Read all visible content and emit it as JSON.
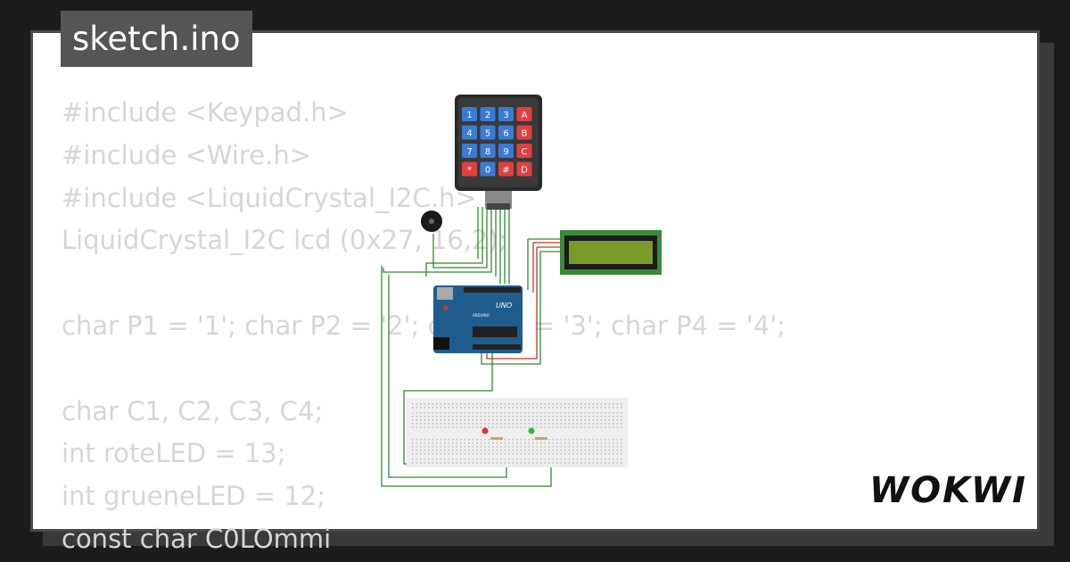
{
  "title": "sketch.ino",
  "code_lines": [
    "#include <Keypad.h>",
    "#include <Wire.h>",
    "#include <LiquidCrystal_I2C.h>",
    "LiquidCrystal_I2C lcd (0x27, 16,2);",
    "",
    "char P1 = '1'; char P2 = '2'; char P3 = '3'; char P4 = '4';",
    "",
    "char C1, C2, C3, C4;",
    "int roteLED = 13;",
    "int grueneLED = 12;",
    "const char C0LOmmi"
  ],
  "keypad_keys": [
    "1",
    "2",
    "3",
    "A",
    "4",
    "5",
    "6",
    "B",
    "7",
    "8",
    "9",
    "C",
    "*",
    "0",
    "#",
    "D"
  ],
  "arduino_label": "UNO",
  "arduino_brand": "ARDUINO",
  "logo": "WOKWI",
  "colors": {
    "keypad_blue": "#3a7bd5",
    "keypad_red": "#e04040",
    "wire_green": "#2e8b2e",
    "wire_red": "#c0392b",
    "lcd_green": "#3a8a3a",
    "arduino_blue": "#1f5d8f"
  }
}
